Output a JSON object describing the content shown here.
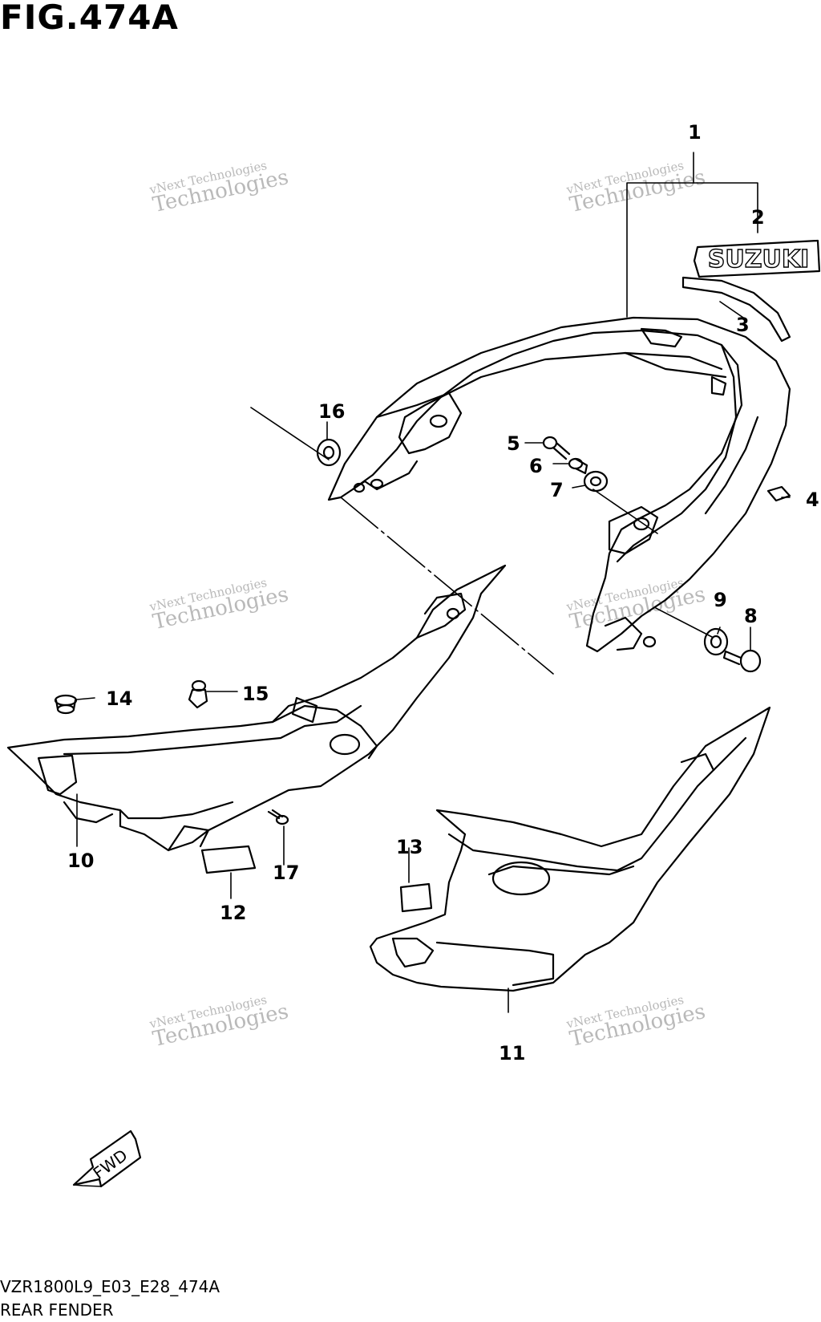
{
  "figure_title": "FIG.474A",
  "callouts": [
    "1",
    "2",
    "3",
    "4",
    "5",
    "6",
    "7",
    "8",
    "9",
    "10",
    "11",
    "12",
    "13",
    "14",
    "15",
    "16",
    "17"
  ],
  "emblem_text": "SUZUKI",
  "arrow_label": "FWD",
  "watermark": {
    "line1": "vNext Technologies",
    "line2": "Technologies"
  },
  "footer": {
    "code": "VZR1800L9_E03_E28_474A",
    "name": "REAR FENDER"
  }
}
